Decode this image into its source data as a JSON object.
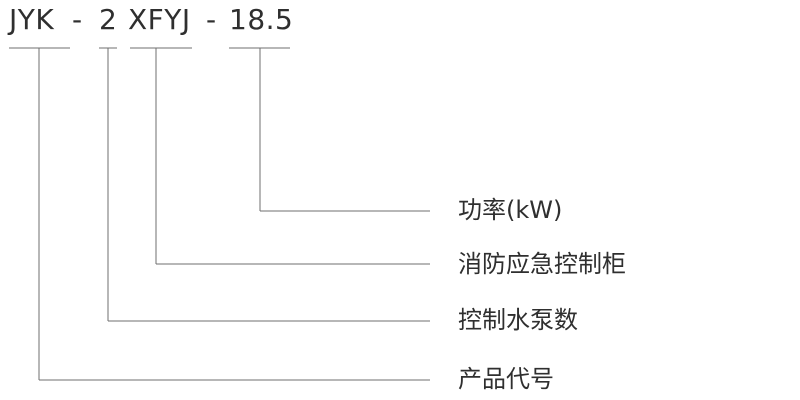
{
  "model_code": {
    "segments": [
      {
        "text": "JYK",
        "role": "product-code"
      },
      {
        "text": "-",
        "role": "separator"
      },
      {
        "text": "2",
        "role": "pump-count"
      },
      {
        "text": "XFYJ",
        "role": "cabinet-type"
      },
      {
        "text": "-",
        "role": "separator"
      },
      {
        "text": "18.5",
        "role": "power"
      }
    ]
  },
  "labels": {
    "power": "功率(kW)",
    "cabinet_type": "消防应急控制柜",
    "pump_count": "控制水泵数",
    "product_code": "产品代号"
  },
  "colors": {
    "text": "#2f2f2f",
    "line": "#6f6f6f",
    "background": "#ffffff"
  }
}
